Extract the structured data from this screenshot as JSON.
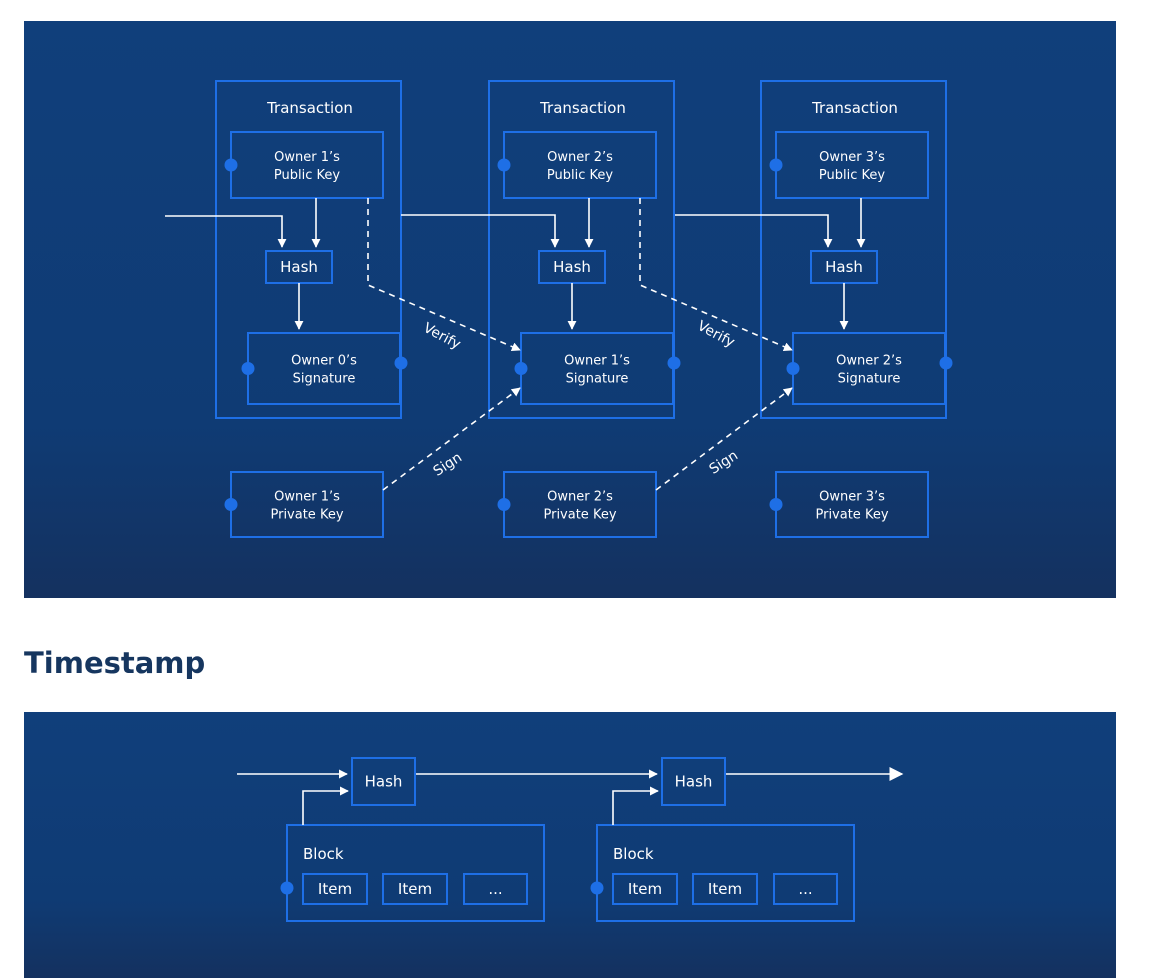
{
  "colors": {
    "panel": "#0f3b74",
    "accent": "#1e6fe6",
    "arrow": "#ffffff",
    "heading": "#16365f"
  },
  "transactions": [
    {
      "title": "Transaction",
      "public_key": [
        "Owner 1’s",
        "Public Key"
      ],
      "hash": "Hash",
      "signature": [
        "Owner 0’s",
        "Signature"
      ],
      "private_key": [
        "Owner 1’s",
        "Private Key"
      ]
    },
    {
      "title": "Transaction",
      "public_key": [
        "Owner 2’s",
        "Public Key"
      ],
      "hash": "Hash",
      "signature": [
        "Owner 1’s",
        "Signature"
      ],
      "private_key": [
        "Owner 2’s",
        "Private Key"
      ]
    },
    {
      "title": "Transaction",
      "public_key": [
        "Owner 3’s",
        "Public Key"
      ],
      "hash": "Hash",
      "signature": [
        "Owner 2’s",
        "Signature"
      ],
      "private_key": [
        "Owner 3’s",
        "Private Key"
      ]
    }
  ],
  "labels": {
    "verify": "Verify",
    "sign": "Sign"
  },
  "timestamp": {
    "heading": "Timestamp",
    "blocks": [
      {
        "hash": "Hash",
        "title": "Block",
        "items": [
          "Item",
          "Item",
          "..."
        ]
      },
      {
        "hash": "Hash",
        "title": "Block",
        "items": [
          "Item",
          "Item",
          "..."
        ]
      }
    ]
  }
}
